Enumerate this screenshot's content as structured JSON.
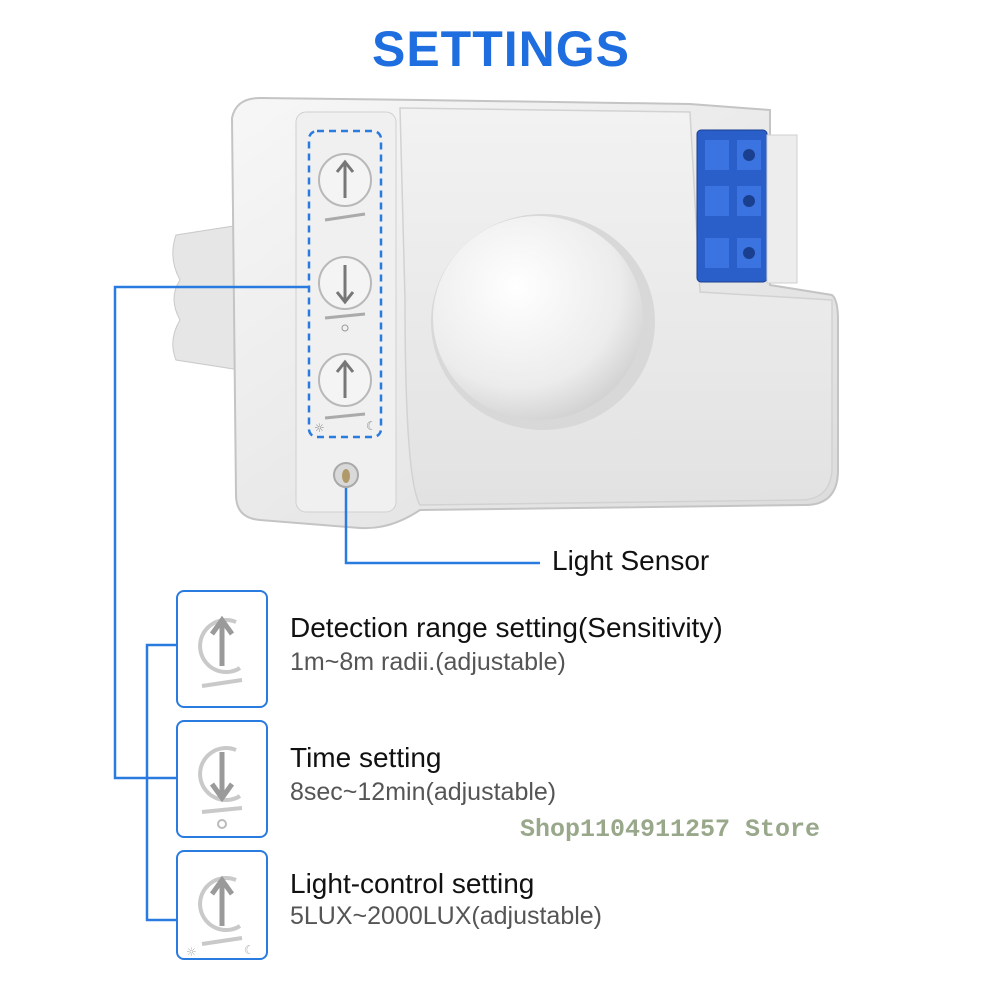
{
  "title": "SETTINGS",
  "callout": {
    "light_sensor": "Light Sensor"
  },
  "settings": [
    {
      "name": "Detection range setting(Sensitivity)",
      "range": "1m~8m radii.(adjustable)",
      "icon": "sensitivity-dial-icon"
    },
    {
      "name": "Time setting",
      "range": "8sec~12min(adjustable)",
      "icon": "time-dial-icon"
    },
    {
      "name": "Light-control setting",
      "range": "5LUX~2000LUX(adjustable)",
      "icon": "light-control-dial-icon"
    }
  ],
  "watermark": "Shop1104911257 Store",
  "colors": {
    "accent": "#1f6ee0",
    "line": "#2a7be0",
    "terminal": "#2a5fc9"
  }
}
